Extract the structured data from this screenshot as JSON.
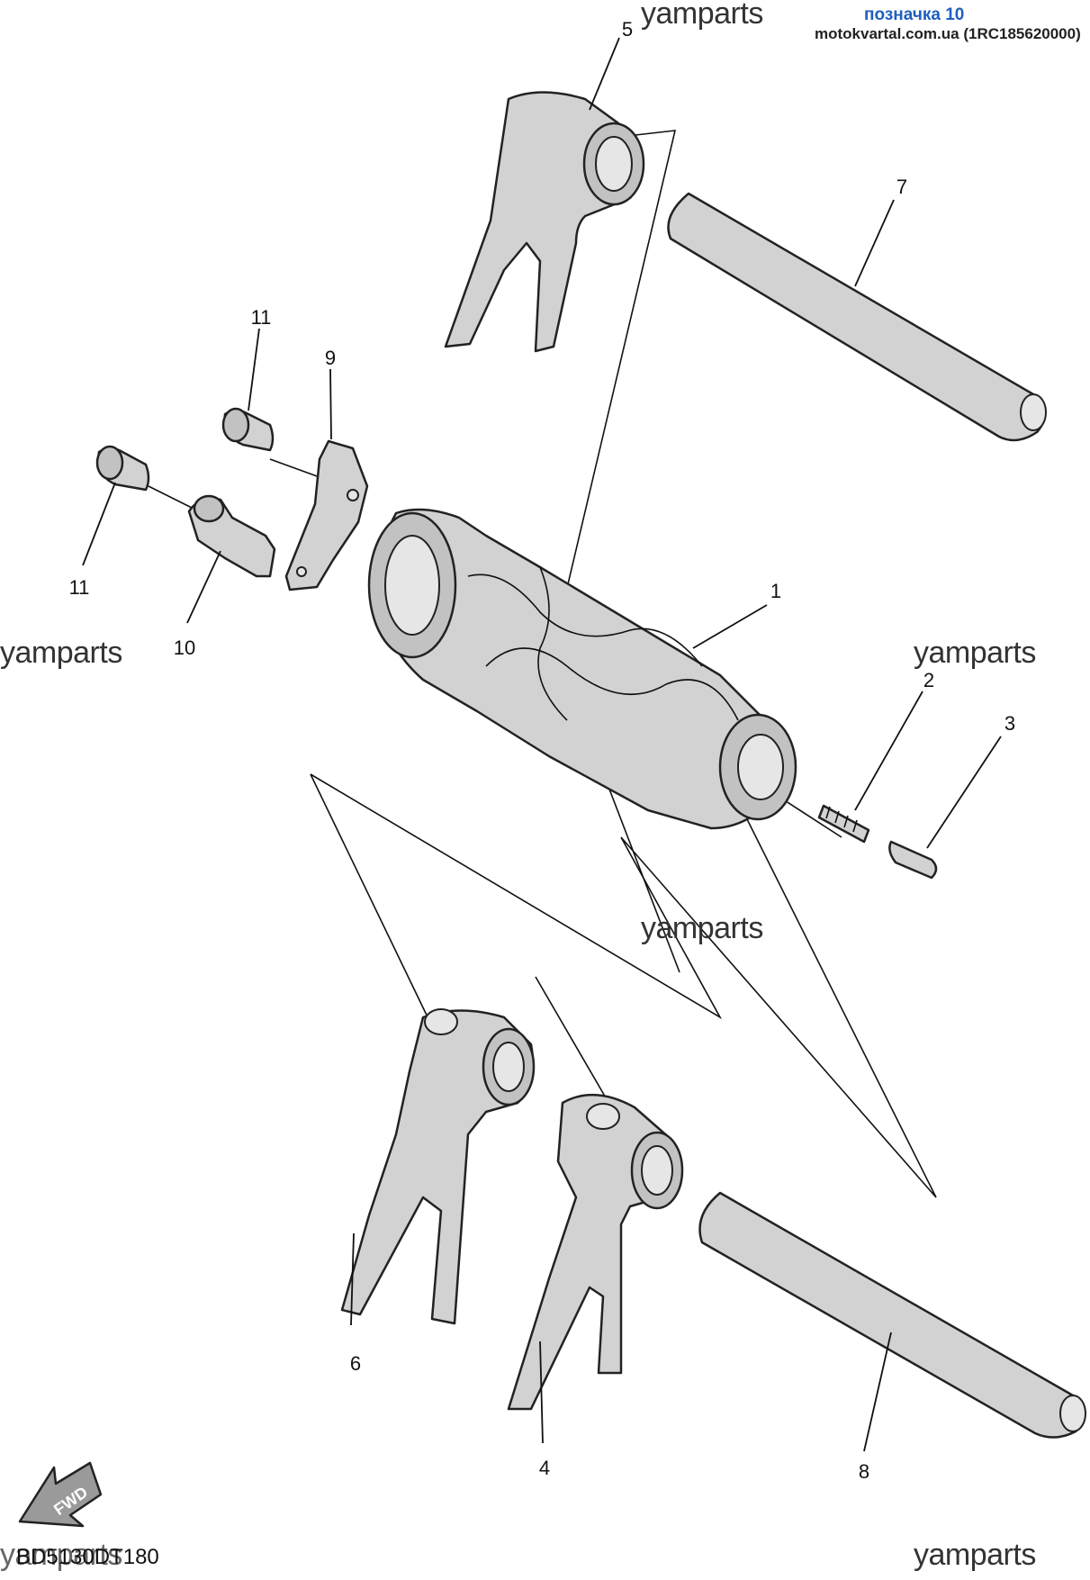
{
  "header": {
    "label": "позначка 10",
    "source": "motokvartal.com.ua (1RC185620000)"
  },
  "watermarks": {
    "top": "yamparts",
    "left": "yamparts",
    "right": "yamparts",
    "center": "yamparts",
    "bottom_right": "yamparts",
    "bottom_left": "yamparts"
  },
  "drawing_code": "BD5130DT180",
  "fwd_label": "FWD",
  "callouts": {
    "c1": "1",
    "c2": "2",
    "c3": "3",
    "c4": "4",
    "c5": "5",
    "c6": "6",
    "c7": "7",
    "c8": "8",
    "c9": "9",
    "c10": "10",
    "c11a": "11",
    "c11b": "11"
  }
}
